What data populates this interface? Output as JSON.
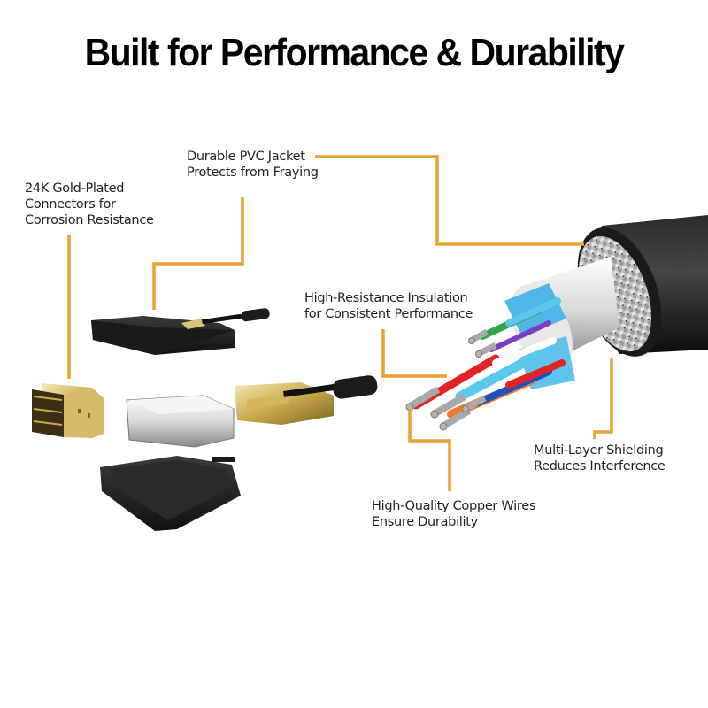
{
  "title": "Built for Performance & Durability",
  "accent_color": "#E8A030",
  "callouts": [
    {
      "id": "gold-plated",
      "lines": [
        "24K Gold-Plated",
        "Connectors for",
        "Corrosion Resistance"
      ]
    },
    {
      "id": "pvc-jacket",
      "lines": [
        "Durable PVC Jacket",
        "Protects from Fraying"
      ]
    },
    {
      "id": "insulation",
      "lines": [
        "High-Resistance Insulation",
        "for Consistent Performance"
      ]
    },
    {
      "id": "shielding",
      "lines": [
        "Multi-Layer Shielding",
        "Reduces Interference"
      ]
    },
    {
      "id": "copper-wires",
      "lines": [
        "High-Quality Copper Wires",
        "Ensure Durability"
      ]
    }
  ],
  "components": [
    "dvi-connector-gold-plug",
    "top-housing-shell",
    "metal-inner-shell",
    "gold-shell-with-screw",
    "bottom-housing-shell",
    "cable-cross-section"
  ]
}
